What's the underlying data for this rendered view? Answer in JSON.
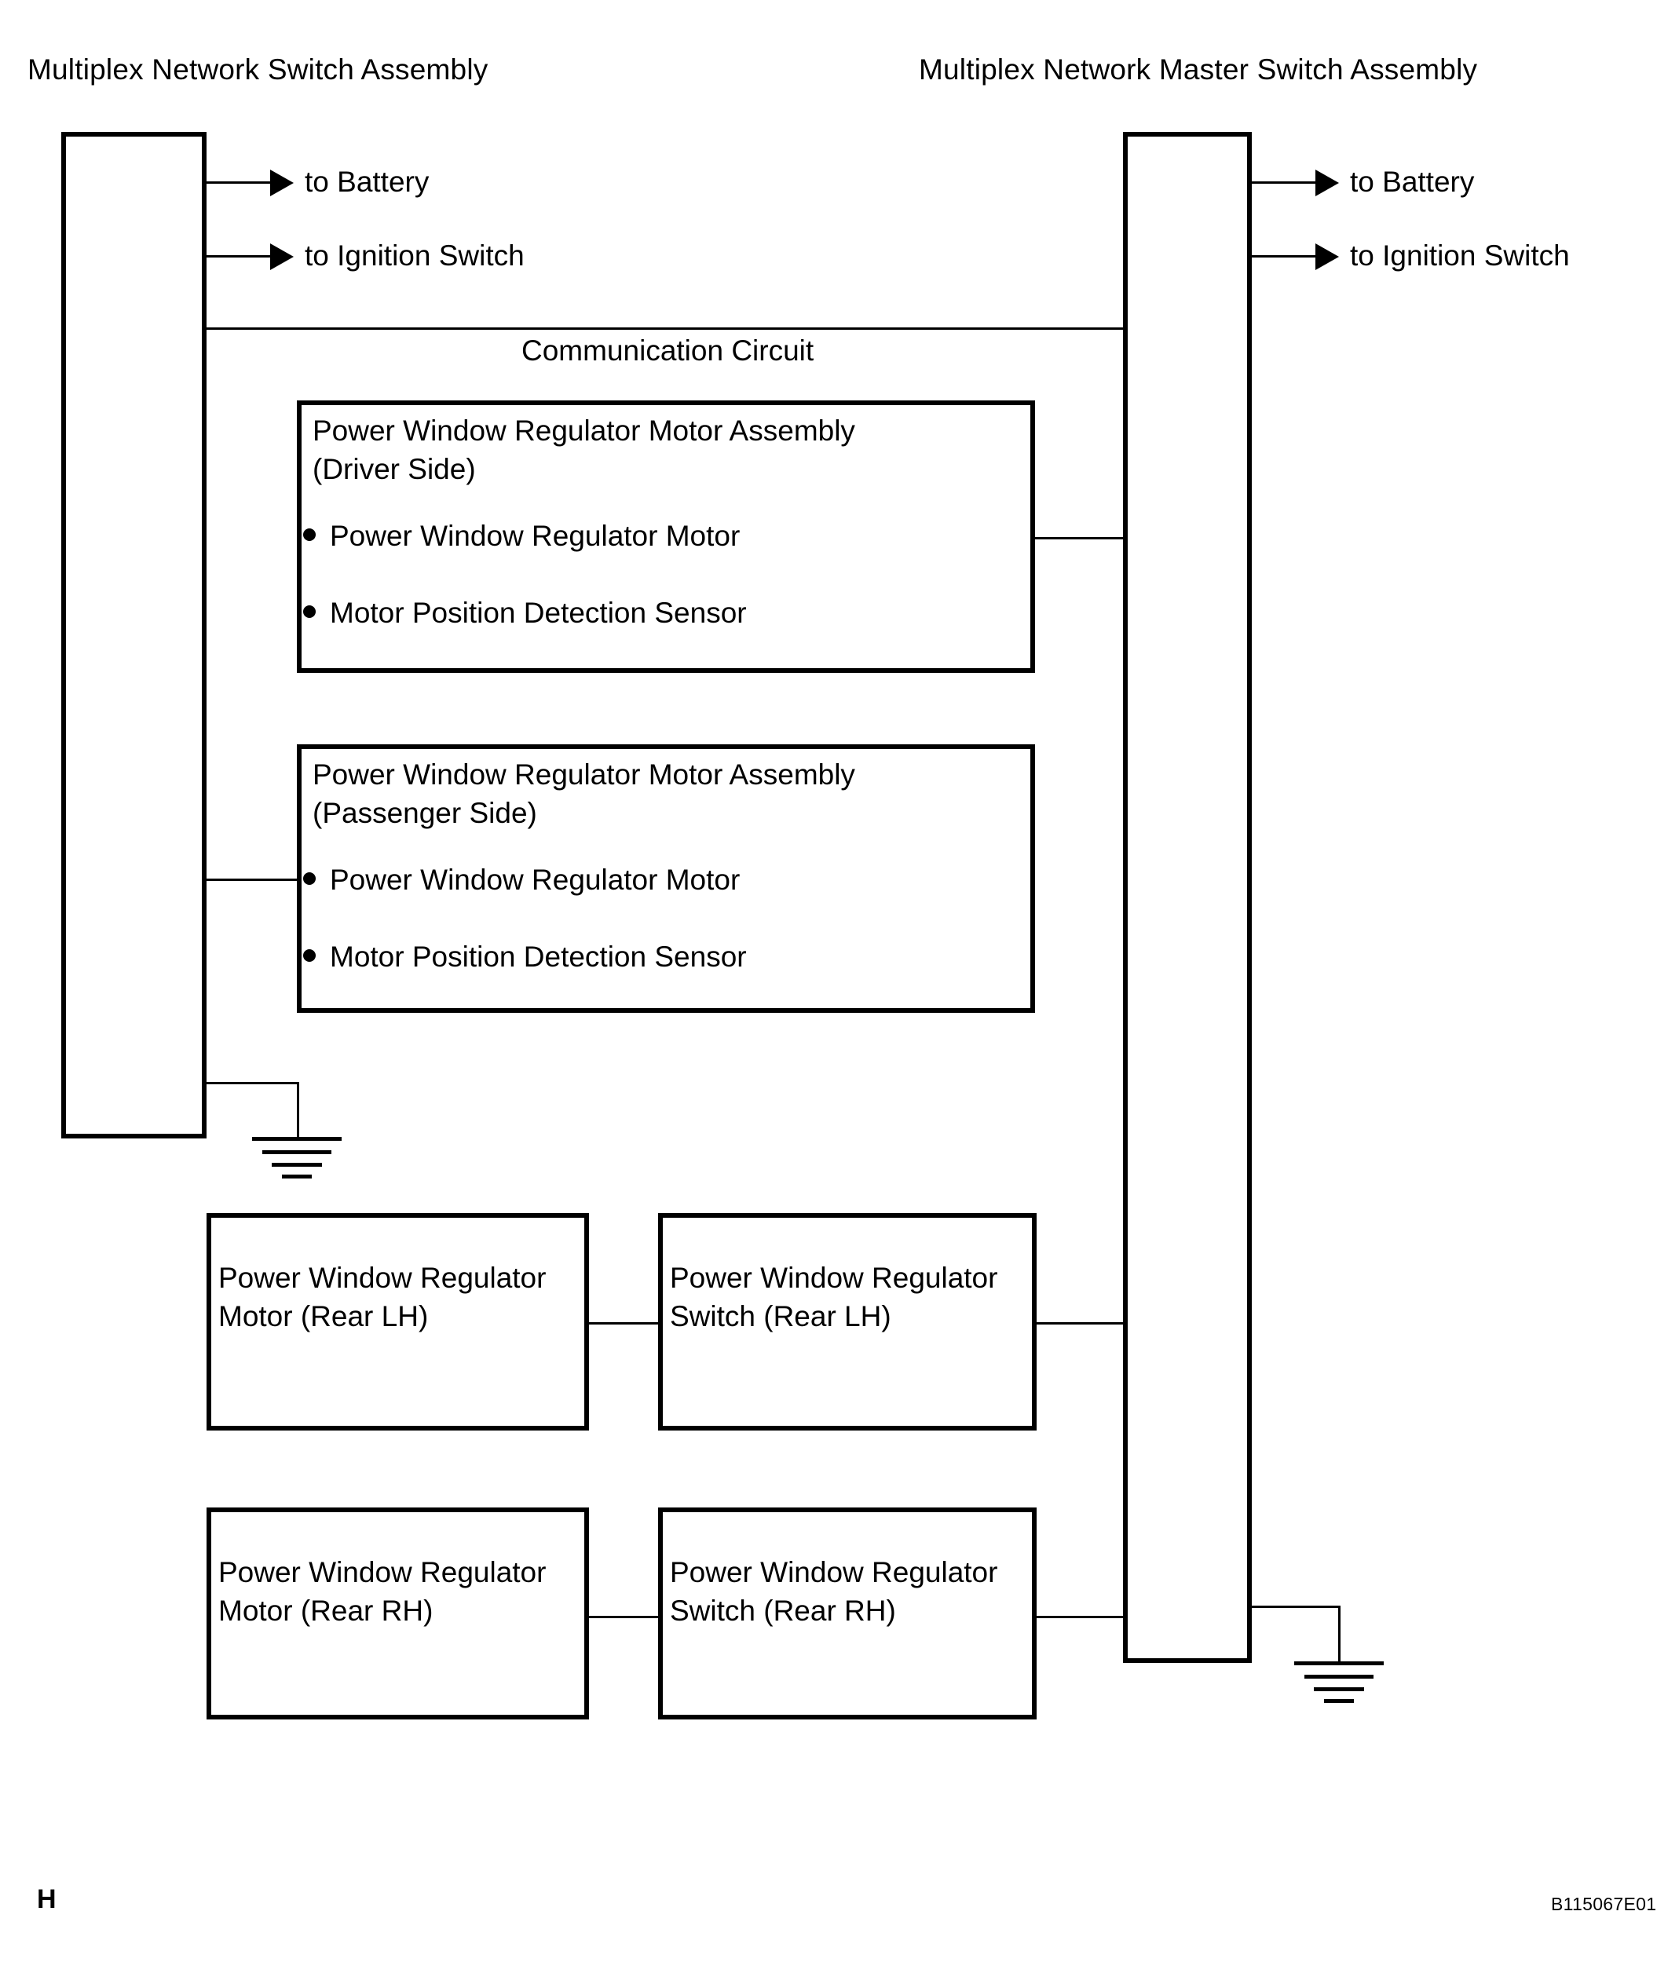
{
  "diagram": {
    "title_left": "Multiplex Network Switch Assembly",
    "title_right": "Multiplex Network Master Switch Assembly",
    "communication_circuit_label": "Communication Circuit",
    "left_arrows": [
      {
        "label": "to Battery"
      },
      {
        "label": "to Ignition Switch"
      }
    ],
    "right_arrows": [
      {
        "label": "to Battery"
      },
      {
        "label": "to Ignition Switch"
      }
    ],
    "driver_box": {
      "heading_line1": "Power Window Regulator Motor Assembly",
      "heading_line2": "(Driver Side)",
      "bullets": [
        "Power Window Regulator Motor",
        "Motor Position Detection Sensor"
      ]
    },
    "passenger_box": {
      "heading_line1": "Power Window Regulator Motor Assembly",
      "heading_line2": "(Passenger Side)",
      "bullets": [
        "Power Window Regulator Motor",
        "Motor Position Detection Sensor"
      ]
    },
    "rear_lh_motor": {
      "line1": "Power Window Regulator",
      "line2": "Motor (Rear LH)"
    },
    "rear_lh_switch": {
      "line1": "Power Window Regulator",
      "line2": "Switch (Rear LH)"
    },
    "rear_rh_motor": {
      "line1": "Power Window Regulator",
      "line2": "Motor (Rear RH)"
    },
    "rear_rh_switch": {
      "line1": "Power Window Regulator",
      "line2": "Switch (Rear RH)"
    },
    "footer_mark": "H",
    "figure_code": "B115067E01",
    "colors": {
      "line": "#000000",
      "background": "#ffffff"
    }
  }
}
